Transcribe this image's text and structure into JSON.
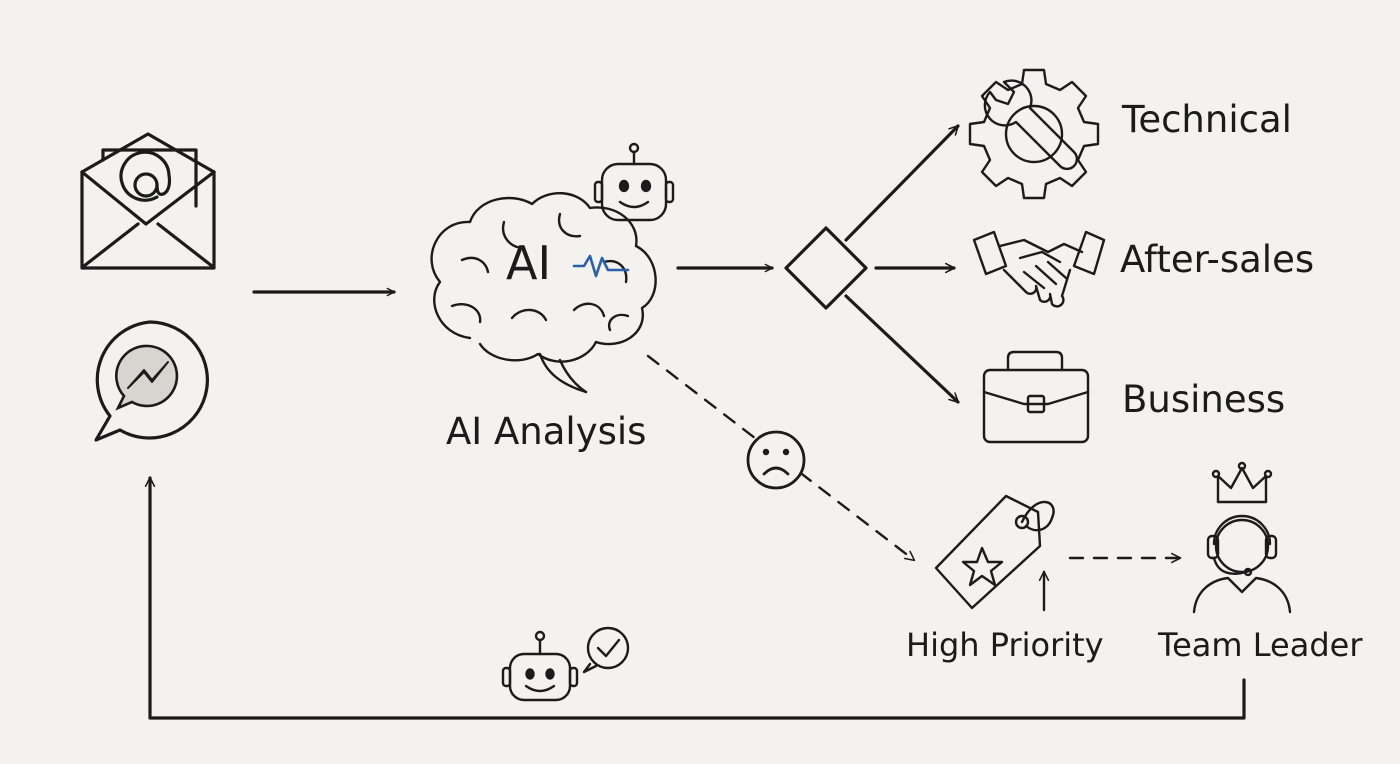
{
  "diagram": {
    "ai_mark": "AI",
    "ai_analysis_label": "AI Analysis",
    "categories": {
      "technical": "Technical",
      "after_sales": "After-sales",
      "business": "Business"
    },
    "high_priority_label": "High Priority",
    "team_leader_label": "Team Leader",
    "icons": {
      "email": "email-envelope-icon",
      "messenger": "messenger-chat-icon",
      "brain": "brain-icon",
      "robot": "robot-icon",
      "decision": "decision-diamond-icon",
      "technical": "gear-wrench-icon",
      "after_sales": "handshake-icon",
      "business": "briefcase-icon",
      "sad": "sad-face-icon",
      "priority": "priority-tag-icon",
      "leader": "team-leader-headset-icon",
      "reply": "robot-check-icon"
    },
    "colors": {
      "ink": "#1b1b1b",
      "accent": "#2b5fa8",
      "paper": "#f3f2ee"
    }
  }
}
